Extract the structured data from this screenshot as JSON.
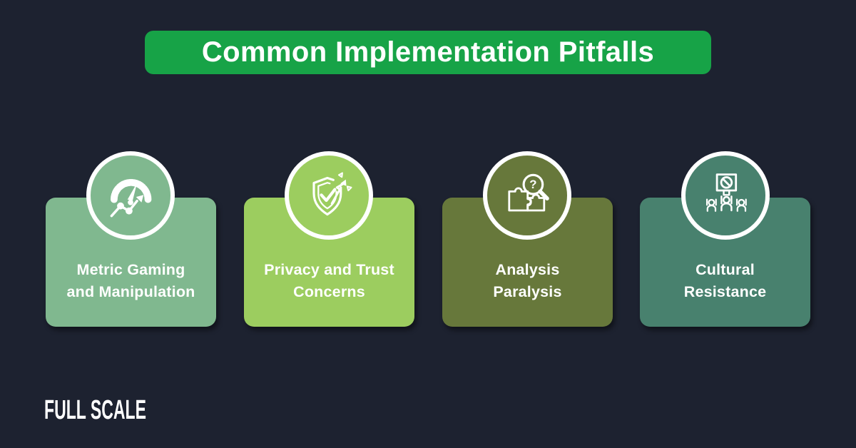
{
  "theme": {
    "background": "#1d2230",
    "text_light": "#ffffff",
    "banner_green": "#17a347"
  },
  "header": {
    "title": "Common Implementation Pitfalls"
  },
  "cards": [
    {
      "title": "Metric Gaming and Manipulation",
      "lines": [
        "Metric Gaming",
        "and Manipulation"
      ],
      "color": "#80b88f",
      "icon": "gauge-trend-icon"
    },
    {
      "title": "Privacy and Trust Concerns",
      "lines": [
        "Privacy and Trust",
        "Concerns"
      ],
      "color": "#9ccd5f",
      "icon": "broken-shield-check-icon"
    },
    {
      "title": "Analysis Paralysis",
      "lines": [
        "Analysis",
        "Paralysis"
      ],
      "color": "#67783b",
      "icon": "puzzle-magnifier-icon"
    },
    {
      "title": "Cultural Resistance",
      "lines": [
        "Cultural",
        "Resistance"
      ],
      "color": "#48816e",
      "icon": "protest-sign-icon"
    }
  ],
  "footer": {
    "logo": "FULL SCALE"
  }
}
